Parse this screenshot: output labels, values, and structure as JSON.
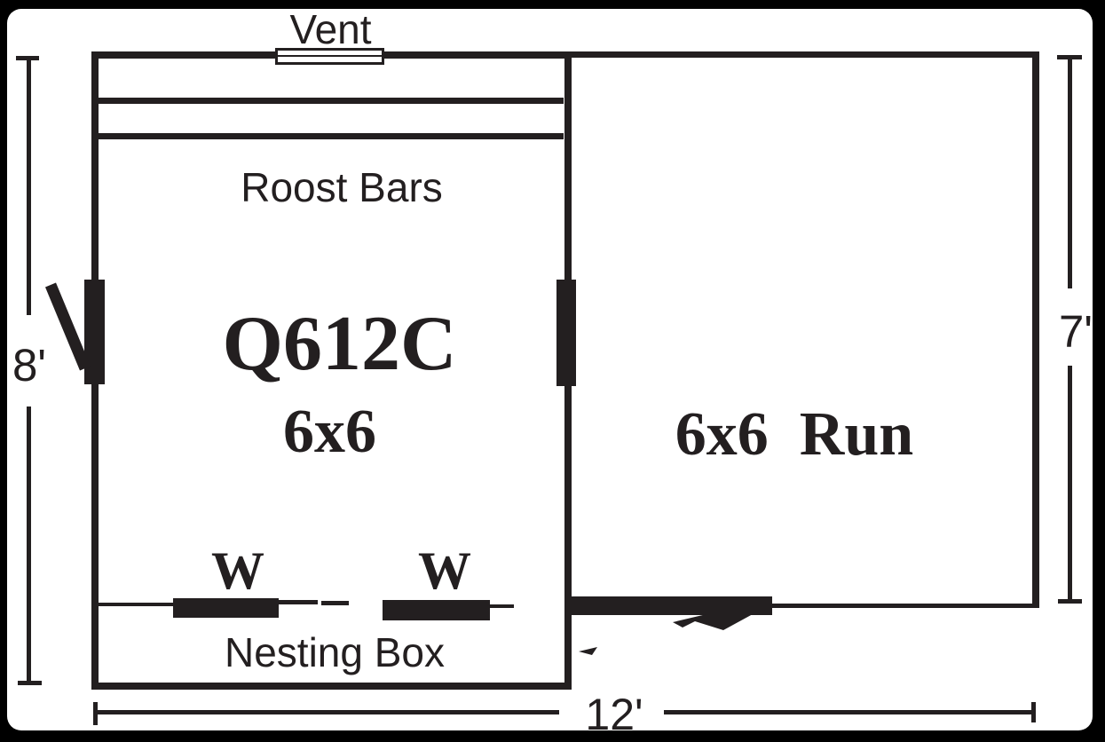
{
  "colors": {
    "ink": "#231f20",
    "background": "#ffffff",
    "frame": "#000000"
  },
  "diagram": {
    "vent_label": "Vent",
    "coop": {
      "roost_label": "Roost Bars",
      "model": "Q612C",
      "size": "6x6",
      "window_left": "W",
      "window_right": "W",
      "nesting_label": "Nesting Box"
    },
    "run": {
      "label": "6x6  Run"
    },
    "dimensions": {
      "height_left": "8'",
      "height_right": "7'",
      "width_bottom": "12'"
    }
  }
}
